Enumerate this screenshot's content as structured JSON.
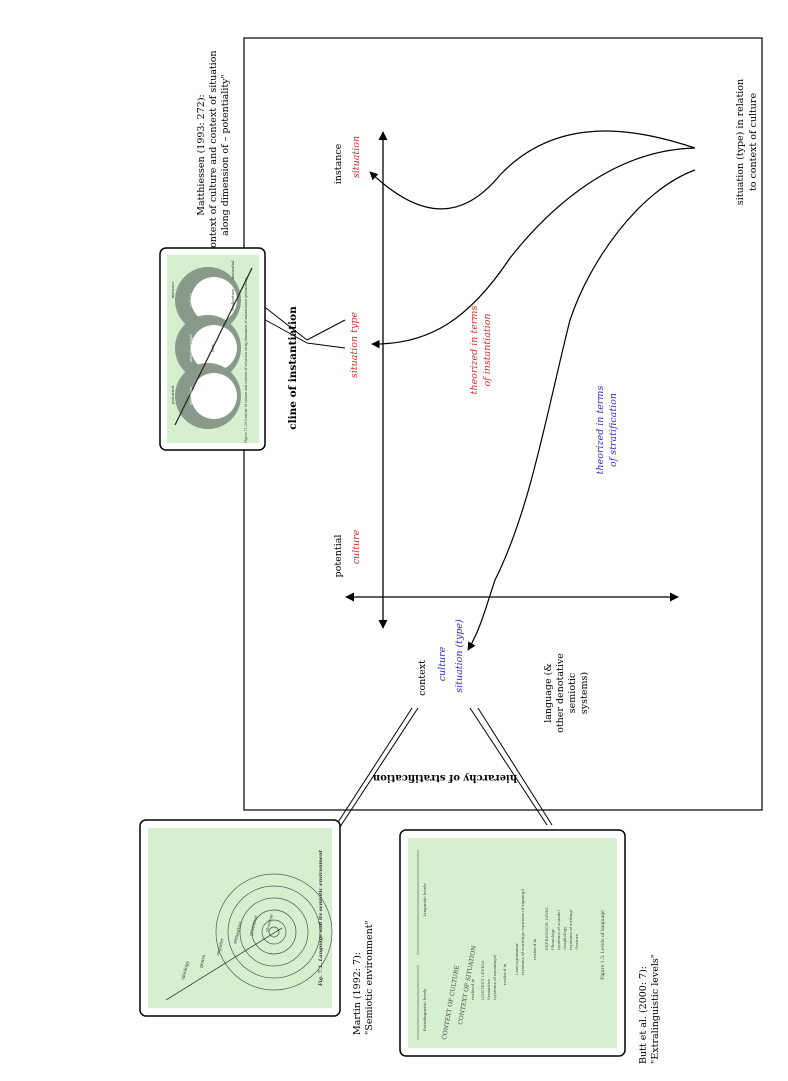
{
  "labels": {
    "instance": "instance",
    "situation": "situation",
    "situation_type": "situation type",
    "potential": "potential",
    "culture": "culture",
    "context": "context",
    "culture_blue": "culture",
    "situation_type_blue": "situation (type)",
    "language_lines": [
      "language (&",
      "other denotative",
      "semiotic",
      "systems)"
    ],
    "theorized_instantiation": [
      "theorized in terms",
      "of instantiation"
    ],
    "theorized_stratification": [
      "theorized in terms",
      "of stratification"
    ],
    "situation_relation": [
      "situation (type) in relation",
      "to context of culture"
    ],
    "cline_of_instantiation": "cline of instantiation",
    "hierarchy_of_stratification": "hierarchy of stratification"
  },
  "citations": {
    "matthiessen": [
      "Matthiessen (1993: 272):",
      "\"Context of culture and context of situation",
      "along dimension of – potentiality\""
    ],
    "martin": [
      "Martin (1992: 7):",
      "\"Semiotic environment\""
    ],
    "butt": [
      "Butt et al. (2000: 7):",
      "\"Extralinguistic levels\""
    ]
  },
  "thumbnails": {
    "matthiessen": {
      "caption": "Figure 11.24  Context of culture and context of situation along dimension of instantiation (potentiality)",
      "labels": [
        "culture",
        "situation type",
        "situation",
        "text",
        "potential",
        "instance",
        "realization",
        "instantial"
      ]
    },
    "martin": {
      "caption": "Fig. 7.1. Language and its semiotic environment",
      "rings": [
        "ideology",
        "genre",
        "register",
        "semantics",
        "grammar",
        "phonology"
      ]
    },
    "butt": {
      "caption": "Figure 1.3: Levels of language",
      "left_labels": [
        "Extralinguistic levels",
        "Linguistic levels"
      ],
      "lines": [
        "CONTEXT OF CULTURE",
        "CONTEXT OF SITUATION",
        "realised in",
        "CONTENT LEVELS",
        "Semantics",
        "(systems of meanings)",
        "realised in",
        "Lexicogrammar",
        "(systems of wordings (systems of signing))",
        "realised in",
        "EXPRESSION LEVEL",
        "Phonology",
        "(systems of sounds)",
        "Graphology",
        "(systems of writing)",
        "Gesture"
      ]
    }
  },
  "colors": {
    "red": "#d62b2b",
    "blue": "#2b2bd0",
    "black": "#000000",
    "thumb_green": "#d6efcf"
  }
}
